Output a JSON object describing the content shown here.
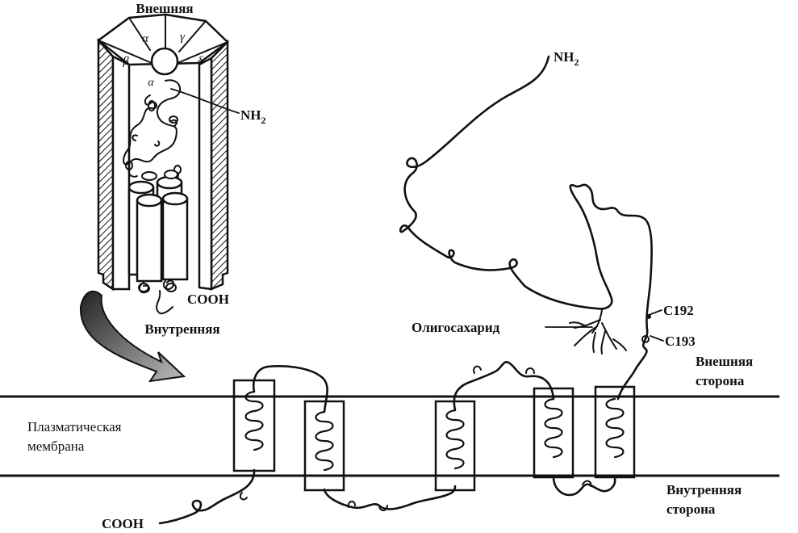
{
  "receptor": {
    "top_label": "Внешняя",
    "bottom_label": "Внутренняя",
    "subunits": [
      "α",
      "γ",
      "β",
      "δ"
    ],
    "inner_subunit_label": "α",
    "nh2_label": "NH",
    "nh2_sub": "2",
    "cooh_label": "COOH"
  },
  "membrane": {
    "label_line1": "Плазматическая",
    "label_line2": "мембрана",
    "outer_label_line1": "Внешняя",
    "outer_label_line2": "сторона",
    "inner_label_line1": "Внутренняя",
    "inner_label_line2": "сторона"
  },
  "chain": {
    "nh2_label": "NH",
    "nh2_sub": "2",
    "cooh_label": "COOH",
    "oligosaccharide_label": "Олигосахарид",
    "c192_label": "C192",
    "c193_label": "C193"
  },
  "colors": {
    "ink": "#111111",
    "background": "#ffffff"
  }
}
